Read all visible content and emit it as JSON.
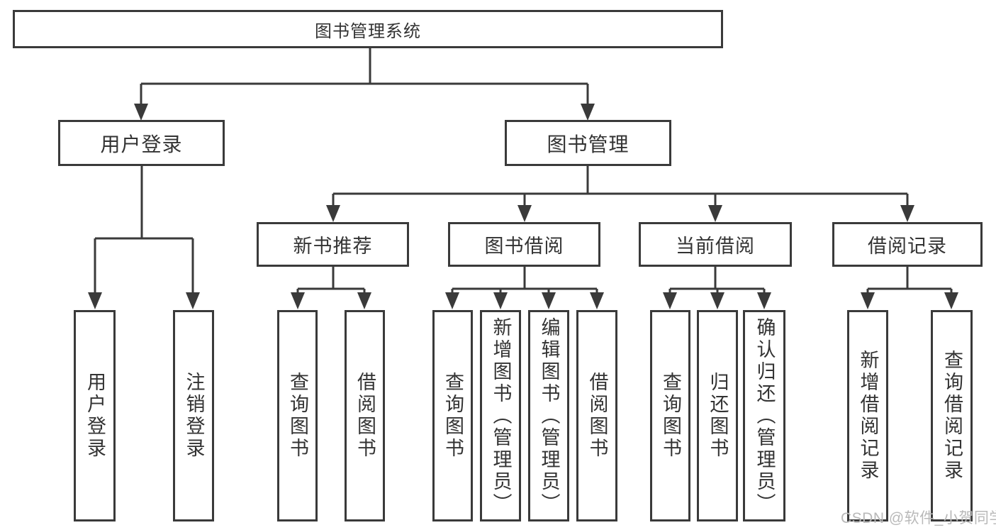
{
  "diagram": {
    "root": {
      "label": "图书管理系统"
    },
    "branches": [
      {
        "label": "用户登录",
        "children": [
          {
            "label": "用户登录"
          },
          {
            "label": "注销登录"
          }
        ]
      },
      {
        "label": "图书管理",
        "children": [
          {
            "label": "新书推荐",
            "children": [
              {
                "label": "查询图书"
              },
              {
                "label": "借阅图书"
              }
            ]
          },
          {
            "label": "图书借阅",
            "children": [
              {
                "label": "查询图书"
              },
              {
                "label": "新增图书（管理员）"
              },
              {
                "label": "编辑图书（管理员）"
              },
              {
                "label": "借阅图书"
              }
            ]
          },
          {
            "label": "当前借阅",
            "children": [
              {
                "label": "查询图书"
              },
              {
                "label": "归还图书"
              },
              {
                "label": "确认归还（管理员）"
              }
            ]
          },
          {
            "label": "借阅记录",
            "children": [
              {
                "label": "新增借阅记录"
              },
              {
                "label": "查询借阅记录"
              }
            ]
          }
        ]
      }
    ],
    "watermark": "CSDN @软件_小贺同学",
    "colors": {
      "line": "#3a3a3a",
      "text": "#333333",
      "background": "#ffffff",
      "watermark": "#b9b9b9"
    }
  }
}
